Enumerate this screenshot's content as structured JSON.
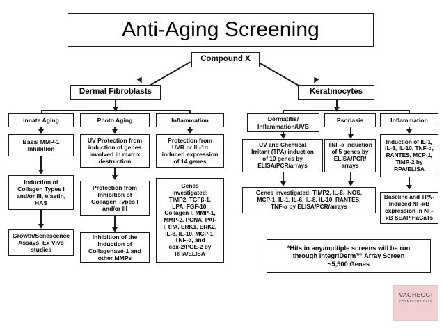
{
  "title": "Anti-Aging Screening",
  "root": {
    "label": "Compound X"
  },
  "branches": {
    "left": {
      "label": "Dermal Fibroblasts"
    },
    "right": {
      "label": "Keratinocytes"
    }
  },
  "columns": [
    {
      "header": "Innate Aging",
      "steps": [
        "Basal MMP-1\nInhibition",
        "Induction of\nCollagen Types I\nand/or III, elastin,\nHAS",
        "Growth/Senescence\nAssays, Ex Vivo\nstudies"
      ]
    },
    {
      "header": "Photo Aging",
      "steps": [
        "UV Protection from\ninduction of  genes\ninvolved in matrix\ndestruction",
        "Protection  from\nInhibition of\nCollagen Types I\nand/or III",
        "Inhibition of the\nInduction of\nCollagenase-1 and\nother MMPs"
      ]
    },
    {
      "header": "Inflammation",
      "steps": [
        "Protection from\nUVR or IL-1α\ninduced expression\nof 14 genes",
        "Genes\ninvestigated:\nTIMP2, TGFβ-1,\nLPA, FGF-10,\nCollagen I, MMP-1,\nMMP-2, PCNA, PAI-\nI, tPA, ERK1, ERK2,\nIL-8, IL-10, MCP-1,\nTNF-α, and\ncox-2/PGE-2 by\nRPA/ELISA"
      ]
    },
    {
      "header": "Dermatitis/\nInflammation/UVB",
      "steps": [
        "UV and Chemical\nIrritant (TPA) induction\nof 10 genes by\nELISA/PCR/arrays"
      ]
    },
    {
      "header": "Psoriasis",
      "steps": [
        "TNF-α induction\nof 5 genes by\nELISA/PCR/\narrays"
      ]
    },
    {
      "header": "Inflammation",
      "steps": [
        "Induction of IL-1,\nIL-8, IL-10, TNF-α,\nRANTES, MCP-1,\nTIMP-2  by\nRPA/ELISA",
        "Baseline and TPA-\nInduced NF-κB\nexpression in NF-\nκB SEAP HaCaTs"
      ]
    }
  ],
  "shared_genes_box": "Genes investigated: TIMP2, IL-8, iNOS,\nMCP-1, IL-1, IL-6, IL-8, IL-10, RANTES,\nTNF-α by ELISA/PCR/arrays",
  "footnote": "*Hits in any/multiple screens will be run\nthrough IntegriDerm™ Array Screen\n~5,500 Genes",
  "logo": {
    "name": "VAGHEGGI",
    "subtitle": "COSMECEUTICALS",
    "color": "#f0cfd3"
  },
  "colors": {
    "line": "#1a1a1a",
    "box_fill": "#ffffff",
    "text": "#000000"
  }
}
